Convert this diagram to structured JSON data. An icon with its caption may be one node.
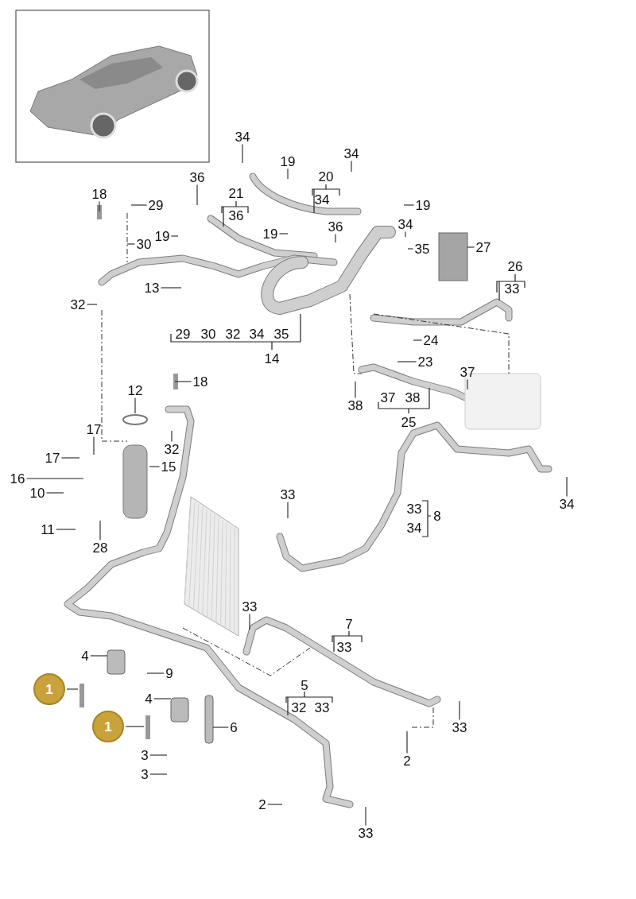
{
  "diagram": {
    "nodes": [
      {
        "text": [
          "34"
        ]
      },
      {
        "text": [
          "19"
        ]
      },
      {
        "text": [
          "34"
        ]
      },
      {
        "text": [
          "19"
        ]
      },
      {
        "text": [
          "36"
        ]
      },
      {
        "text": [
          "18"
        ]
      },
      {
        "text": [
          "29"
        ]
      },
      {
        "text": [
          "30"
        ]
      },
      {
        "text": [
          "19"
        ]
      },
      {
        "text": [
          "19"
        ]
      },
      {
        "text": [
          "36"
        ]
      },
      {
        "text": [
          "34"
        ]
      },
      {
        "text": [
          "35"
        ]
      },
      {
        "text": [
          "27"
        ]
      },
      {
        "text": [
          "13"
        ]
      },
      {
        "text": [
          "32"
        ]
      },
      {
        "text": [
          "24"
        ]
      },
      {
        "text": [
          "23"
        ]
      },
      {
        "text": [
          "37"
        ]
      },
      {
        "text": [
          "38"
        ]
      },
      {
        "text": [
          "18"
        ]
      },
      {
        "text": [
          "12"
        ]
      },
      {
        "text": [
          "17"
        ]
      },
      {
        "text": [
          "17"
        ]
      },
      {
        "text": [
          "32"
        ]
      },
      {
        "text": [
          "15"
        ]
      },
      {
        "text": [
          "16"
        ]
      },
      {
        "text": [
          "10"
        ]
      },
      {
        "text": [
          "11"
        ]
      },
      {
        "text": [
          "28"
        ]
      },
      {
        "text": [
          "33"
        ]
      },
      {
        "text": [
          "34"
        ]
      },
      {
        "text": [
          "33"
        ]
      },
      {
        "text": [
          "4"
        ]
      },
      {
        "text": [
          "9"
        ]
      },
      {
        "text": [
          "1"
        ]
      },
      {
        "text": [
          "4"
        ]
      },
      {
        "text": [
          "6"
        ]
      },
      {
        "text": [
          "1"
        ]
      },
      {
        "text": [
          "3"
        ]
      },
      {
        "text": [
          "3"
        ]
      },
      {
        "text": [
          "2"
        ]
      },
      {
        "text": [
          "33"
        ]
      },
      {
        "text": [
          "2"
        ]
      },
      {
        "text": [
          "33"
        ]
      }
    ],
    "edges": [
      {
        "from": 0,
        "to": null,
        "arrow": "none"
      },
      {
        "from": 1,
        "to": null,
        "arrow": "none"
      },
      {
        "from": 2,
        "to": null,
        "arrow": "none"
      },
      {
        "from": 3,
        "to": null,
        "arrow": "none"
      },
      {
        "from": 4,
        "to": null,
        "arrow": "none"
      },
      {
        "from": 5,
        "to": null,
        "arrow": "none"
      },
      {
        "from": 6,
        "to": null,
        "arrow": "none"
      },
      {
        "from": 7,
        "to": null,
        "arrow": "none"
      },
      {
        "from": 8,
        "to": null,
        "arrow": "none"
      },
      {
        "from": 9,
        "to": null,
        "arrow": "none"
      },
      {
        "from": 10,
        "to": null,
        "arrow": "none"
      },
      {
        "from": 11,
        "to": null,
        "arrow": "none"
      },
      {
        "from": 12,
        "to": null,
        "arrow": "none"
      },
      {
        "from": 13,
        "to": null,
        "arrow": "none"
      },
      {
        "from": 14,
        "to": null,
        "arrow": "none"
      },
      {
        "from": 15,
        "to": null,
        "arrow": "none"
      },
      {
        "from": 16,
        "to": null,
        "arrow": "none"
      },
      {
        "from": 17,
        "to": null,
        "arrow": "none"
      },
      {
        "from": 18,
        "to": null,
        "arrow": "none"
      },
      {
        "from": 19,
        "to": null,
        "arrow": "none"
      },
      {
        "from": 20,
        "to": null,
        "arrow": "none"
      },
      {
        "from": 21,
        "to": null,
        "arrow": "none"
      },
      {
        "from": 22,
        "to": null,
        "arrow": "none"
      },
      {
        "from": 23,
        "to": null,
        "arrow": "none"
      },
      {
        "from": 24,
        "to": null,
        "arrow": "none"
      },
      {
        "from": 25,
        "to": null,
        "arrow": "none"
      },
      {
        "from": 26,
        "to": null,
        "arrow": "none"
      },
      {
        "from": 27,
        "to": null,
        "arrow": "none"
      },
      {
        "from": 28,
        "to": null,
        "arrow": "none"
      },
      {
        "from": 29,
        "to": null,
        "arrow": "none"
      },
      {
        "from": 30,
        "to": null,
        "arrow": "none"
      },
      {
        "from": 31,
        "to": null,
        "arrow": "none"
      },
      {
        "from": 32,
        "to": null,
        "arrow": "none"
      },
      {
        "from": 33,
        "to": null,
        "arrow": "none"
      },
      {
        "from": 34,
        "to": null,
        "arrow": "none"
      },
      {
        "from": 35,
        "to": null,
        "arrow": "none"
      },
      {
        "from": 36,
        "to": null,
        "arrow": "none"
      },
      {
        "from": 37,
        "to": null,
        "arrow": "none"
      },
      {
        "from": 38,
        "to": null,
        "arrow": "none"
      },
      {
        "from": 39,
        "to": null,
        "arrow": "none"
      },
      {
        "from": 40,
        "to": null,
        "arrow": "none"
      },
      {
        "from": 41,
        "to": null,
        "arrow": "none"
      },
      {
        "from": 42,
        "to": null,
        "arrow": "none"
      },
      {
        "from": 43,
        "to": null,
        "arrow": "none"
      },
      {
        "from": 44,
        "to": null,
        "arrow": "none"
      }
    ],
    "labels": [
      "20",
      "34",
      "21",
      "36",
      "26",
      "33",
      "29",
      "30",
      "32",
      "34",
      "35",
      "14",
      "37",
      "38",
      "25",
      "33",
      "34",
      "8",
      "7",
      "33",
      "5",
      "32",
      "33"
    ]
  }
}
